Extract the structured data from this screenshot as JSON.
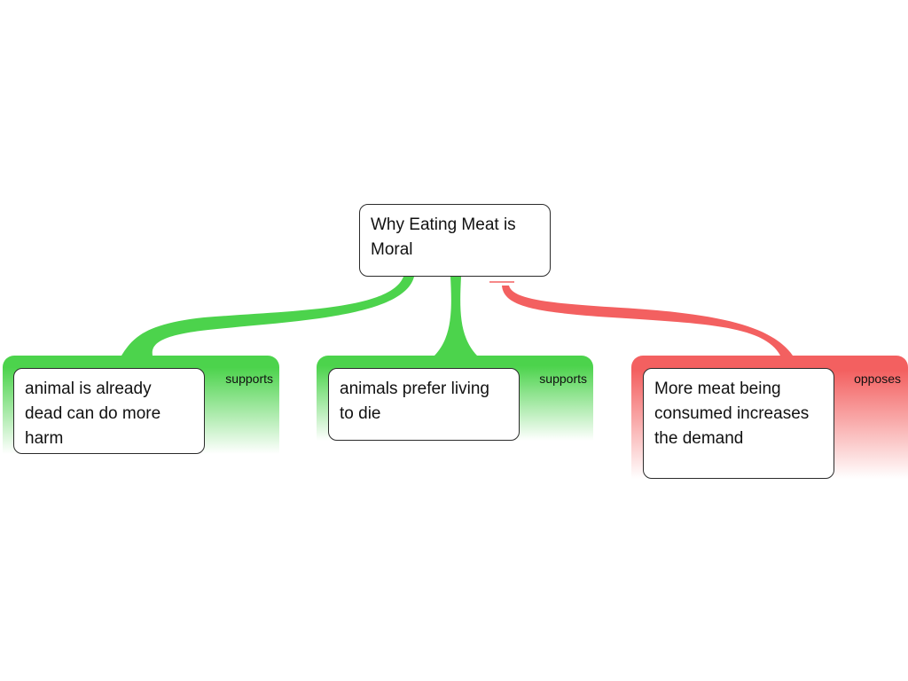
{
  "root": {
    "text": "Why Eating Meat is Moral"
  },
  "colors": {
    "support": "#4cd34c",
    "oppose": "#f36060",
    "node_border": "#2b2b2b"
  },
  "reasons": [
    {
      "text": "animal is already dead can do more harm",
      "relation": "supports",
      "kind": "support"
    },
    {
      "text": "animals prefer living to die",
      "relation": "supports",
      "kind": "support"
    },
    {
      "text": "More meat being consumed increases the demand",
      "relation": "opposes",
      "kind": "oppose"
    }
  ]
}
